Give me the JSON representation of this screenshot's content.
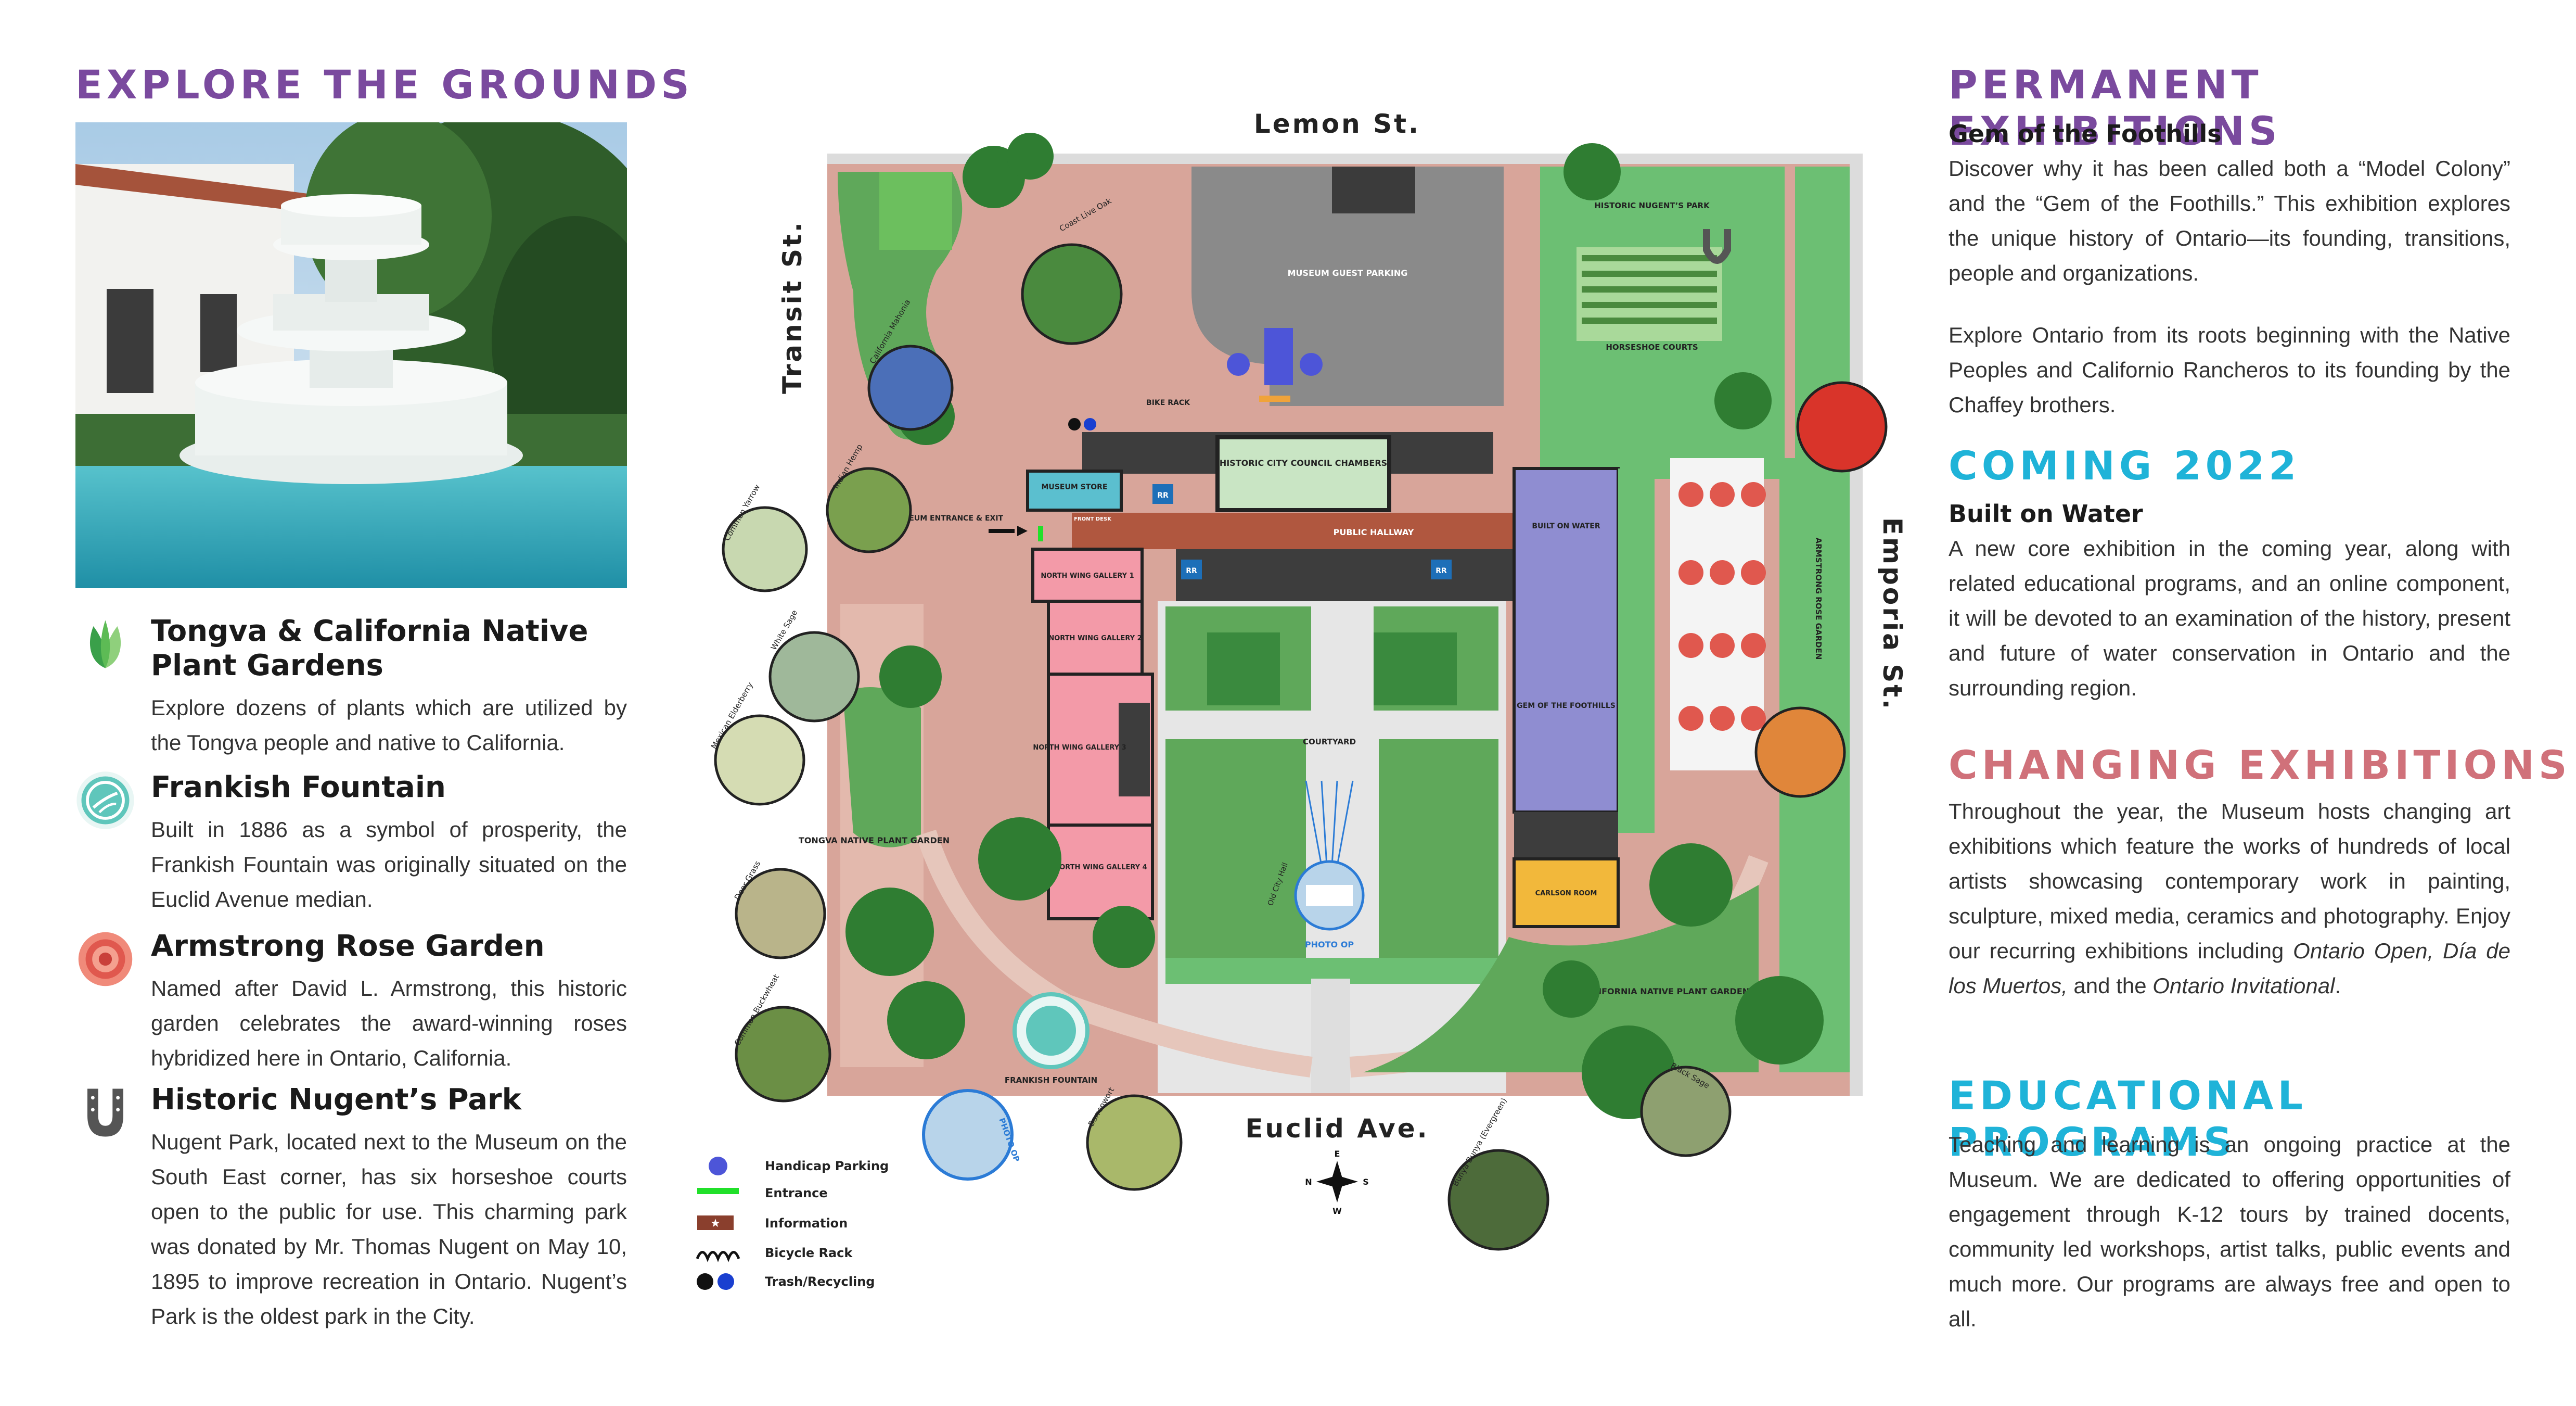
{
  "left": {
    "title": "EXPLORE THE GROUNDS",
    "features": [
      {
        "icon": "leaf-icon",
        "title": "Tongva & California Native Plant Gardens",
        "text": "Explore dozens of plants which are utilized by the Tongva people and native to California."
      },
      {
        "icon": "fountain-icon",
        "title": "Frankish Fountain",
        "text": "Built in 1886 as a symbol of prosperity, the Frankish Fountain was originally situated on the Euclid Avenue median."
      },
      {
        "icon": "rose-icon",
        "title": "Armstrong Rose Garden",
        "text": "Named after David L. Armstrong, this historic garden celebrates the award-winning roses hybridized here in Ontario, California."
      },
      {
        "icon": "horseshoe-icon",
        "title": "Historic Nugent’s Park",
        "text": "Nugent Park, located next to the Museum on the South East corner, has six horseshoe courts open to the public for use. This charming park was donated by Mr. Thomas Nugent  on May 10, 1895 to improve recreation in Ontario. Nugent’s Park is the oldest park in the City."
      }
    ]
  },
  "right": {
    "permanent": {
      "title": "PERMANENT EXHIBITIONS",
      "subtitle": "Gem of the Foothills",
      "p1": "Discover why it has been called both a “Model Colony” and the “Gem of the Foothills.” This exhibition explores the unique history of Ontario—its founding, transitions, people and organizations.",
      "p2": "Explore Ontario from its roots beginning with the Native Peoples and Californio Rancheros to its founding by the Chaffey brothers."
    },
    "coming": {
      "title": "COMING 2022",
      "subtitle": "Built on Water",
      "p1": "A new core exhibition in the coming year, along with related educational programs, and an online component, it will be devoted to an examination of the history, present and future of water conservation in Ontario and the surrounding region."
    },
    "changing": {
      "title": "CHANGING EXHIBITIONS",
      "p1_a": "Throughout the year, the Museum hosts changing art exhibitions which feature the works of hundreds of local artists showcasing contemporary work in painting, sculpture, mixed media, ceramics and photography. Enjoy our recurring exhibitions including ",
      "e1": "Ontario Open, Día de los Muertos,",
      "p1_b": " and the ",
      "e2": "Ontario Invitational",
      "p1_c": "."
    },
    "education": {
      "title": "EDUCATIONAL PROGRAMS",
      "p1": "Teaching and learning is an ongoing practice at the Museum. We are dedicated to offering opportunities of engagement through K-12 tours by trained docents, community led workshops, artist talks, public events and much more. Our programs are always free and open to all."
    }
  },
  "map": {
    "streets": {
      "north": "Lemon St.",
      "south": "Euclid Ave.",
      "west": "Transit St.",
      "east": "Emporia St."
    },
    "labels": {
      "guest_parking": "MUSEUM GUEST PARKING",
      "nugents_park": "HISTORIC NUGENT’S PARK",
      "horseshoe_courts": "HORSESHOE COURTS",
      "bike_rack": "BIKE RACK",
      "council": "HISTORIC CITY COUNCIL CHAMBERS",
      "store": "MUSEUM STORE",
      "front_desk": "FRONT DESK",
      "entrance": "MUSEUM ENTRANCE & EXIT",
      "hallway": "PUBLIC HALLWAY",
      "built_on_water": "BUILT ON WATER",
      "gallery1": "NORTH WING GALLERY 1",
      "gallery2": "NORTH WING GALLERY 2",
      "gallery3": "NORTH WING GALLERY 3",
      "gallery4": "NORTH WING GALLERY 4",
      "rr": "RR",
      "courtyard": "COURTYARD",
      "gem": "GEM OF THE FOOTHILLS",
      "carlson": "CARLSON ROOM",
      "tongva": "TONGVA NATIVE PLANT GARDEN",
      "california": "CALIFORNIA NATIVE PLANT GARDEN",
      "rose_garden": "ARMSTRONG ROSE GARDEN",
      "fountain": "FRANKISH FOUNTAIN",
      "photo_op": "PHOTO OP",
      "old_city_hall": "Old City Hall"
    },
    "plants": [
      "Coast Live Oak",
      "California Mahonia",
      "Indian Hemp",
      "Common Yarrow",
      "White Sage",
      "Mexican Elderberry",
      "Deer Grass",
      "Common Buckwheat",
      "Barrenwort",
      "Bunya Bunya (Evergreen)",
      "Black Sage"
    ],
    "compass": {
      "n": "E",
      "s": "W",
      "w": "N",
      "e": "S"
    },
    "legend": [
      {
        "icon": "handicap-icon",
        "label": "Handicap Parking"
      },
      {
        "icon": "entrance-line-icon",
        "label": "Entrance"
      },
      {
        "icon": "information-star-icon",
        "label": "Information"
      },
      {
        "icon": "bicycle-rack-icon",
        "label": "Bicycle Rack"
      },
      {
        "icon": "trash-recycling-icon",
        "label": "Trash/Recycling"
      }
    ]
  },
  "colors": {
    "purple": "#7a4a9e",
    "cyan": "#1fb3d8",
    "pink": "#d0717a",
    "green": "#6cc16f",
    "dark_green": "#2f7d32",
    "gallery_pink": "#f39aa8",
    "lavender": "#8f8dd1",
    "hallway": "#b0573f"
  }
}
